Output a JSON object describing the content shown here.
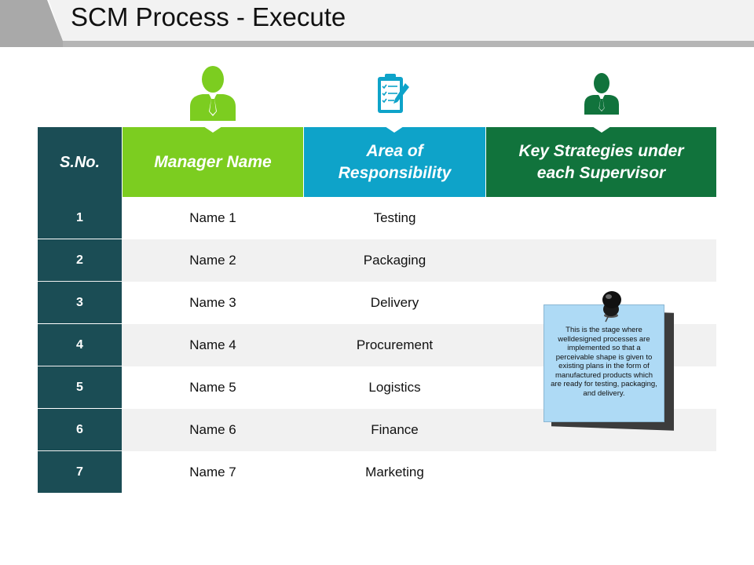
{
  "slide": {
    "title": "SCM Process - Execute"
  },
  "icons": {
    "manager": "manager-person-icon",
    "area": "clipboard-checklist-icon",
    "strategy": "supervisor-person-icon",
    "note_pin": "push-pin-icon"
  },
  "colors": {
    "sno_header": "#1b4d55",
    "manager_header": "#7ccd20",
    "area_header": "#0ea3c9",
    "strategy_header": "#11733c",
    "note": "#aedaf5"
  },
  "table": {
    "headers": {
      "sno": "S.No.",
      "manager": "Manager Name",
      "area_line1": "Area of",
      "area_line2": "Responsibility",
      "strategy_line1": "Key Strategies under",
      "strategy_line2": "each Supervisor"
    },
    "rows": [
      {
        "no": "1",
        "name": "Name 1",
        "area": "Testing"
      },
      {
        "no": "2",
        "name": "Name 2",
        "area": "Packaging"
      },
      {
        "no": "3",
        "name": "Name 3",
        "area": "Delivery"
      },
      {
        "no": "4",
        "name": "Name 4",
        "area": "Procurement"
      },
      {
        "no": "5",
        "name": "Name 5",
        "area": "Logistics"
      },
      {
        "no": "6",
        "name": "Name 6",
        "area": "Finance"
      },
      {
        "no": "7",
        "name": "Name 7",
        "area": "Marketing"
      }
    ]
  },
  "note": {
    "text": "This is the stage where welldesigned processes are implemented  so that a perceivable shape is given to existing plans in the form of manufactured products which are ready for testing, packaging,  and delivery."
  }
}
